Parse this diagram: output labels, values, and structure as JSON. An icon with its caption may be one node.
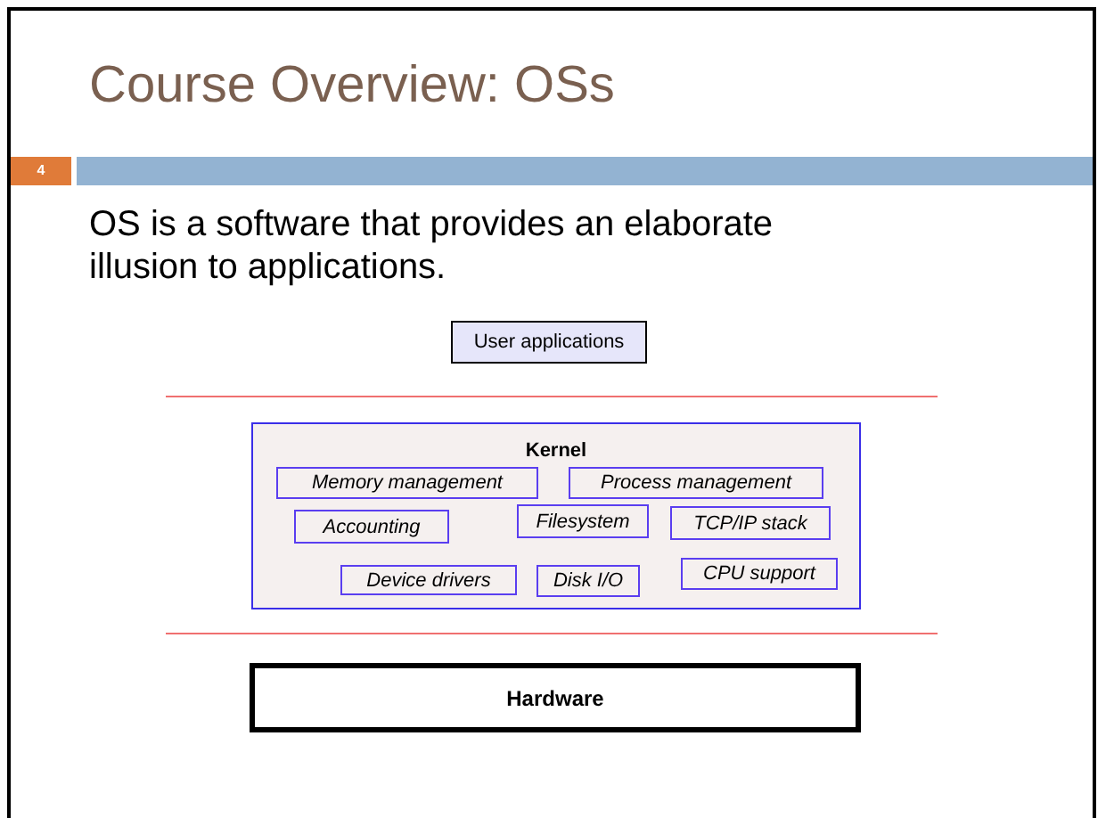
{
  "diagram": {
    "title": "Course Overview: OSs",
    "nodes": [
      {
        "text": [
          "User applications"
        ]
      },
      {
        "text": [
          "Kernel"
        ]
      },
      {
        "text": [
          "Memory management"
        ],
        "in": 1
      },
      {
        "text": [
          "Process management"
        ],
        "in": 1
      },
      {
        "text": [
          "Accounting"
        ],
        "in": 1
      },
      {
        "text": [
          "Filesystem"
        ],
        "in": 1
      },
      {
        "text": [
          "TCP/IP stack"
        ],
        "in": 1
      },
      {
        "text": [
          "Device drivers"
        ],
        "in": 1
      },
      {
        "text": [
          "Disk I/O"
        ],
        "in": 1
      },
      {
        "text": [
          "CPU support"
        ],
        "in": 1
      },
      {
        "text": [
          "Hardware"
        ]
      }
    ],
    "edges": [],
    "labels": [
      "4",
      "OS is a software that provides an elaborate illusion to applications."
    ]
  }
}
